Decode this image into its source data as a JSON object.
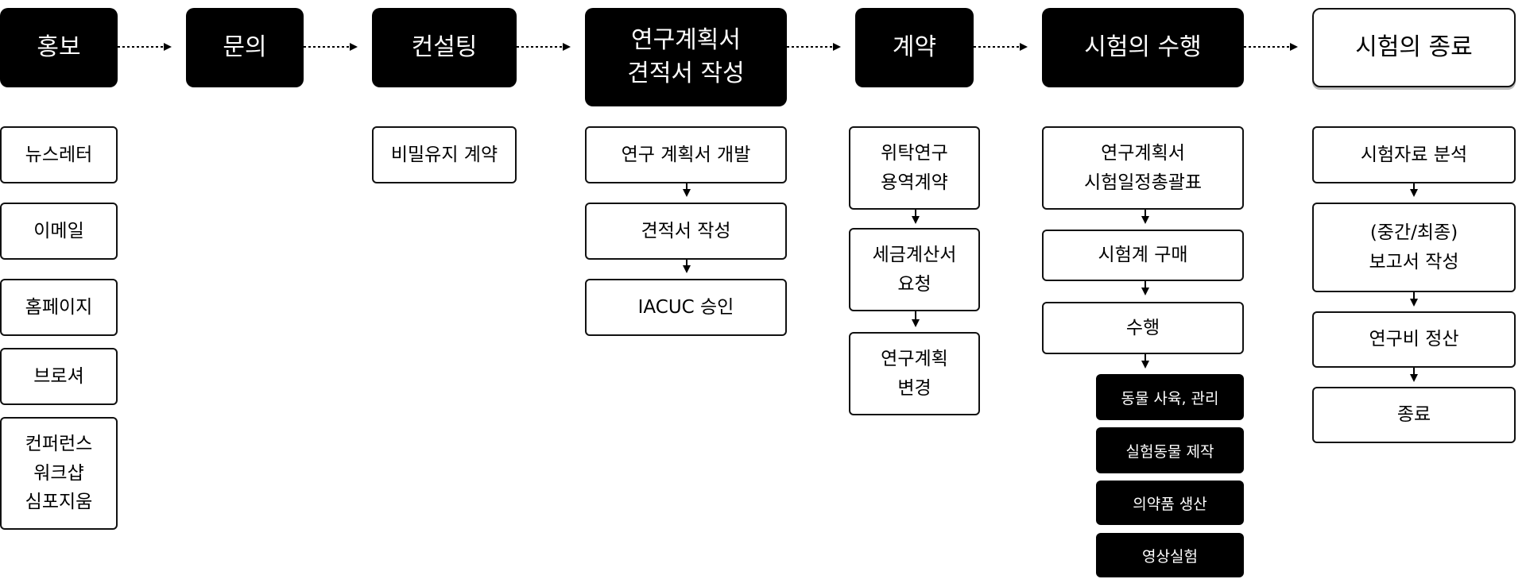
{
  "stages": [
    {
      "id": "promo",
      "label": "홍보",
      "items": [
        "뉴스레터",
        "이메일",
        "홈페이지",
        "브로셔",
        "컨퍼런스\n워크샵\n심포지움"
      ]
    },
    {
      "id": "inquiry",
      "label": "문의",
      "items": []
    },
    {
      "id": "consulting",
      "label": "컨설팅",
      "items": [
        "비밀유지 계약"
      ]
    },
    {
      "id": "plan",
      "label": "연구계획서\n견적서 작성",
      "items": [
        "연구 계획서 개발",
        "견적서 작성",
        "IACUC 승인"
      ]
    },
    {
      "id": "contract",
      "label": "계약",
      "items": [
        "위탁연구\n용역계약",
        "세금계산서\n요청",
        "연구계획\n변경"
      ]
    },
    {
      "id": "execution",
      "label": "시험의 수행",
      "items": [
        "연구계획서\n시험일정총괄표",
        "시험계 구매",
        "수행"
      ],
      "sub_items": [
        "동물 사육, 관리",
        "실험동물 제작",
        "의약품 생산",
        "영상실험"
      ]
    },
    {
      "id": "closing",
      "label": "시험의 종료",
      "items": [
        "시험자료 분석",
        "(중간/최종)\n보고서 작성",
        "연구비 정산",
        "종료"
      ]
    }
  ]
}
